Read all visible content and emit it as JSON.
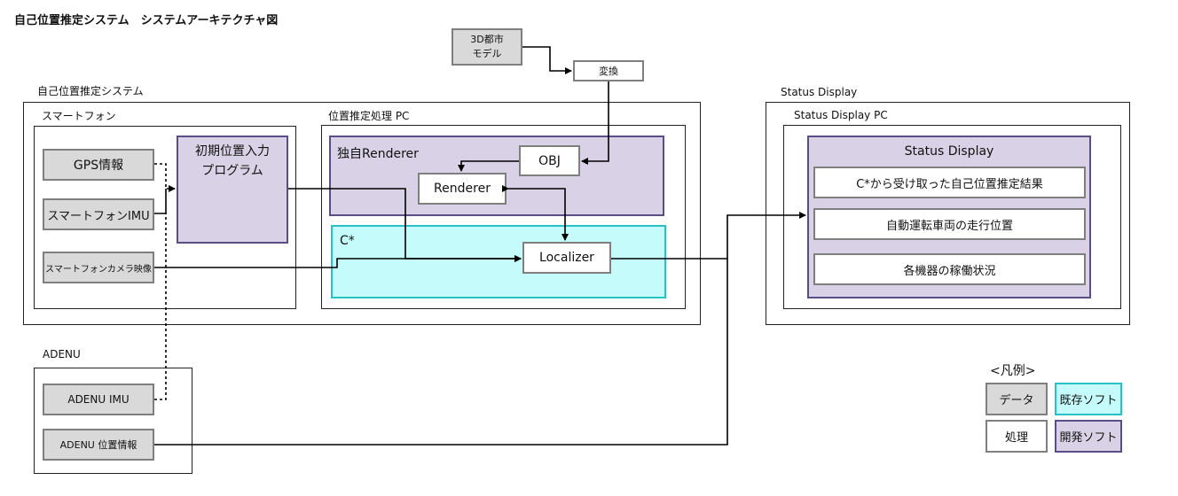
{
  "title": "自己位置推定システム　システムアーキテクチャ図",
  "city_model": "3D都市\nモデル",
  "convert": "変換",
  "system_frame": "自己位置推定システム",
  "smartphone": {
    "label": "スマートフォン",
    "gps": "GPS情報",
    "imu": "スマートフォンIMU",
    "camera": "スマートフォンカメラ映像",
    "init_program": "初期位置入力\nプログラム"
  },
  "pc": {
    "label": "位置推定処理 PC",
    "renderer_group": "独自Renderer",
    "obj": "OBJ",
    "renderer": "Renderer",
    "cstar": "C*",
    "localizer": "Localizer"
  },
  "status": {
    "frame": "Status Display",
    "pc": "Status Display  PC",
    "group": "Status Display",
    "items": [
      "C*から受け取った自己位置推定結果",
      "自動運転車両の走行位置",
      "各機器の稼働状況"
    ]
  },
  "adenu": {
    "label": "ADENU",
    "imu": "ADENU  IMU",
    "position": "ADENU  位置情報"
  },
  "legend": {
    "title": "<凡例>",
    "data": "データ",
    "existing": "既存ソフト",
    "process": "処理",
    "developed": "開発ソフト"
  },
  "colors": {
    "data_fill": "#d9d9d9",
    "developed_fill": "#d9d2e6",
    "developed_border": "#5b4e86",
    "existing_fill": "#c6fbfb",
    "existing_border": "#27c1c6"
  }
}
